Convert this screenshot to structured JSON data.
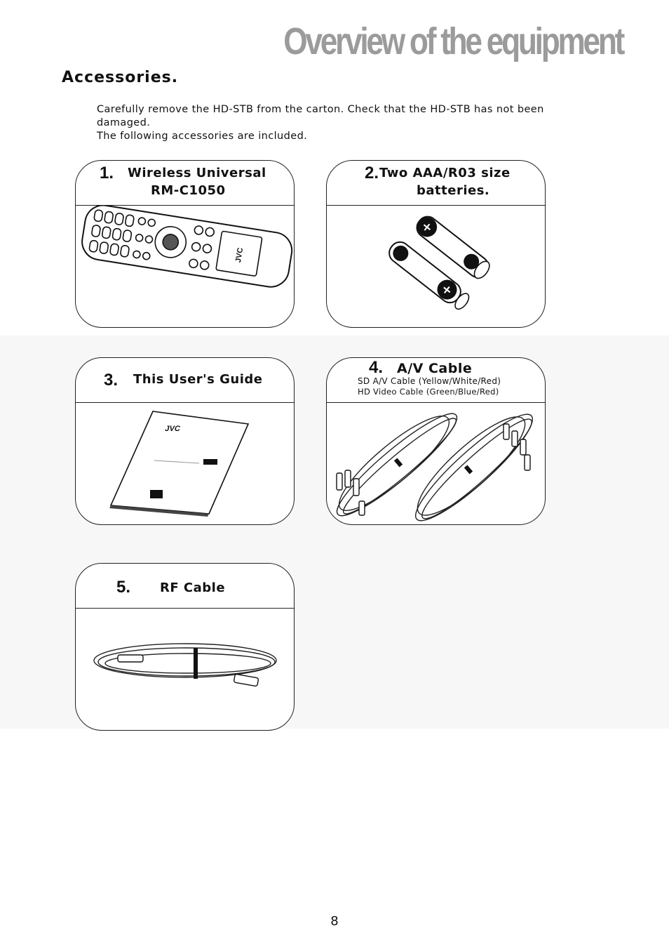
{
  "page": {
    "title": "Overview of the equipment",
    "section_heading": "Accessories.",
    "intro": [
      "Carefully remove the HD-STB from the carton. Check that the HD-STB has not been damaged.",
      "The following accessories are included."
    ],
    "page_number": "8"
  },
  "accessories": [
    {
      "number": "1.",
      "title_line1": "Wireless Universal",
      "title_line2": "RM-C1050",
      "illustration": "remote-control",
      "brand": "JVC"
    },
    {
      "number": "2.",
      "title_line1": "Two AAA/R03 size",
      "title_line2": "batteries.",
      "illustration": "batteries"
    },
    {
      "number": "3.",
      "title_line1": "This User's Guide",
      "illustration": "user-guide",
      "brand": "JVC"
    },
    {
      "number": "4.",
      "title_line1": "A/V Cable",
      "sub_line1": "SD A/V Cable (Yellow/White/Red)",
      "sub_line2": "HD Video Cable (Green/Blue/Red)",
      "illustration": "av-cables"
    },
    {
      "number": "5.",
      "title_line1": "RF Cable",
      "illustration": "rf-cable"
    }
  ]
}
